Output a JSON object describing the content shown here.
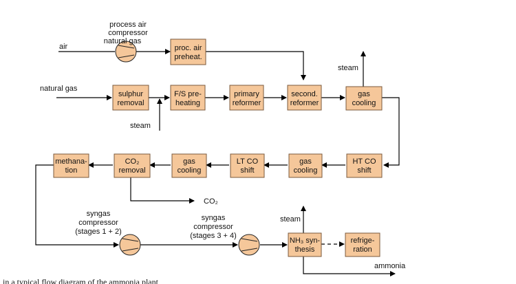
{
  "boxes": {
    "proc_air_preheat": [
      "proc. air",
      "preheat."
    ],
    "sulphur_removal": [
      "sulphur",
      "removal"
    ],
    "fs_preheating": [
      "F/S pre-",
      "heating"
    ],
    "primary_reformer": [
      "primary",
      "reformer"
    ],
    "second_reformer": [
      "second.",
      "reformer"
    ],
    "gas_cooling_1": [
      "gas",
      "cooling"
    ],
    "ht_co_shift": [
      "HT CO",
      "shift"
    ],
    "gas_cooling_2": [
      "gas",
      "cooling"
    ],
    "lt_co_shift": [
      "LT CO",
      "shift"
    ],
    "gas_cooling_3": [
      "gas",
      "cooling"
    ],
    "co2_removal": [
      "CO₂",
      "removal"
    ],
    "methanation": [
      "methana-",
      "tion"
    ],
    "nh3_synthesis": [
      "NH₃ syn-",
      "thesis"
    ],
    "refrigeration": [
      "refrige-",
      "ration"
    ]
  },
  "labels": {
    "air": "air",
    "process_air_compressor": [
      "process air",
      "compressor"
    ],
    "natural_gas_small": "natural gas",
    "natural_gas": "natural gas",
    "steam_fs": "steam",
    "steam_gas_cooling": "steam",
    "co2_out": "CO₂",
    "syngas_comp_1": [
      "syngas",
      "compressor",
      "(stages 1 + 2)"
    ],
    "syngas_comp_2": [
      "syngas",
      "compressor",
      "(stages 3 + 4)"
    ],
    "steam_nh3": "steam",
    "ammonia": "ammonia"
  },
  "caption": "in a typical flow diagram of the ammonia plant"
}
